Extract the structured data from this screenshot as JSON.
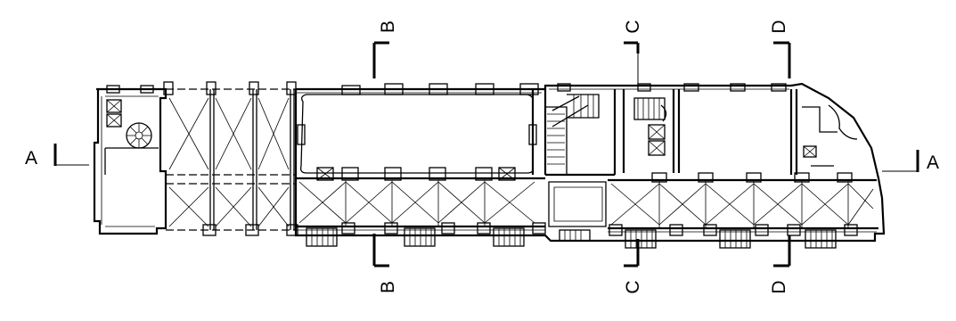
{
  "section_markers": {
    "a_left": "A",
    "a_right": "A",
    "b_top": "B",
    "b_bottom": "B",
    "c_top": "C",
    "c_bottom": "C",
    "d_top": "D",
    "d_bottom": "D"
  },
  "colors": {
    "line": "#000000",
    "background": "#ffffff"
  }
}
